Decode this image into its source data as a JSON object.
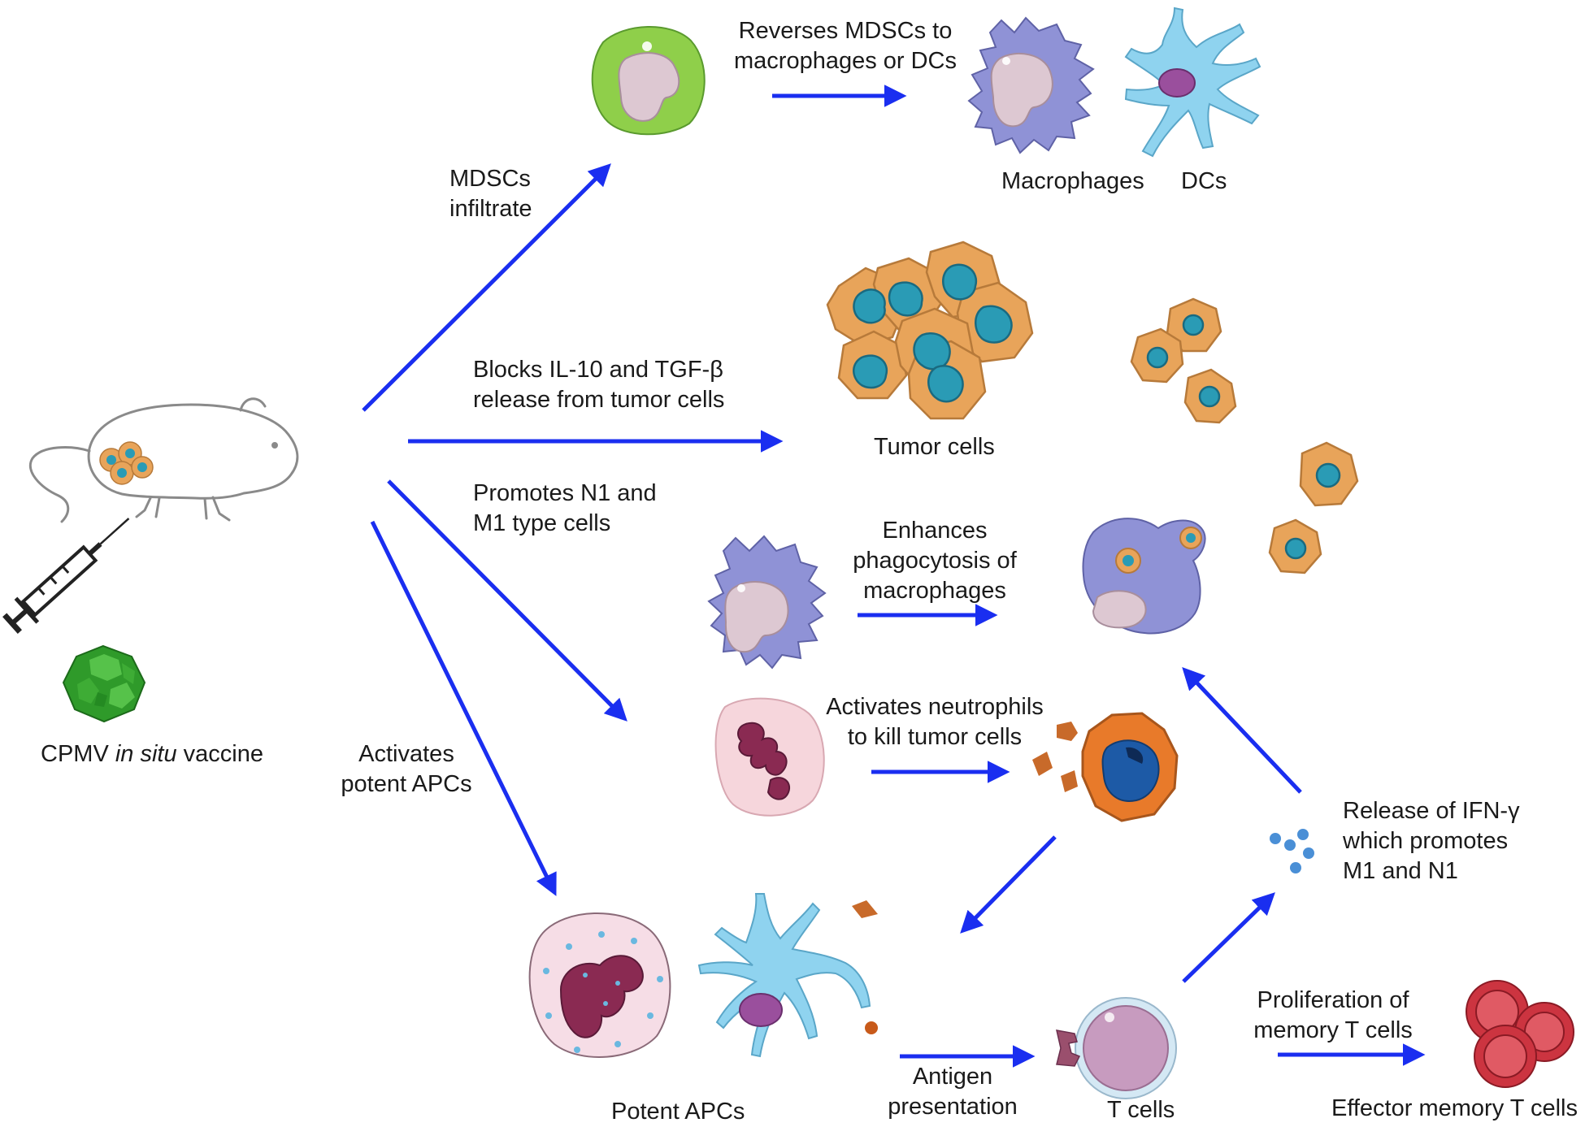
{
  "labels": {
    "mdscs_infiltrate": [
      "MDSCs",
      "infiltrate"
    ],
    "reverses_mdscs": [
      "Reverses MDSCs to",
      "macrophages or DCs"
    ],
    "macrophages": "Macrophages",
    "dcs": "DCs",
    "blocks_il10": [
      "Blocks IL-10 and TGF-β",
      "release from tumor cells"
    ],
    "tumor_cells": "Tumor cells",
    "promotes_n1": [
      "Promotes N1 and",
      "M1 type cells"
    ],
    "enhances_phago": [
      "Enhances",
      "phagocytosis of",
      "macrophages"
    ],
    "activates_neutrophils": [
      "Activates neutrophils",
      "to kill tumor cells"
    ],
    "cpmv_prefix": "CPMV ",
    "cpmv_italic": "in situ",
    "cpmv_suffix": " vaccine",
    "activates_apcs": [
      "Activates",
      "potent APCs"
    ],
    "release_ifn": [
      "Release of IFN-γ",
      "which promotes",
      "M1 and N1"
    ],
    "potent_apcs": "Potent APCs",
    "antigen_presentation": [
      "Antigen",
      "presentation"
    ],
    "t_cells": "T cells",
    "proliferation": [
      "Proliferation of",
      "memory T cells"
    ],
    "effector_memory": "Effector memory T cells"
  },
  "colors": {
    "arrow": "#1a2ef0",
    "tumor_cytoplasm": "#e8a45a",
    "tumor_nucleus": "#2a9bb5",
    "mdsc_green": "#8fcf4a",
    "nucleus_pink": "#ddc8d2",
    "macrophage": "#8f92d6",
    "dc_blue": "#8fd3ef",
    "dc_nucleus": "#9a4f9d",
    "neutrophil_nucleus": "#8a2a52",
    "t_cell": "#c79bbf",
    "effector_red": "#cc3440",
    "ifn_dot": "#4a8fd6",
    "virus_green": "#2f9a2a"
  },
  "icons": [
    "mouse-icon",
    "syringe-icon",
    "cpmv-virus-icon",
    "mdsc-cell-icon",
    "macrophage-icon",
    "dendritic-cell-icon",
    "tumor-cluster-icon",
    "small-tumor-cell-icon",
    "phagocytosing-macrophage-icon",
    "neutrophil-icon",
    "dying-tumor-cell-icon",
    "apc-cell-icon",
    "t-cell-icon",
    "ifn-gamma-dots-icon",
    "effector-t-cell-icon"
  ]
}
